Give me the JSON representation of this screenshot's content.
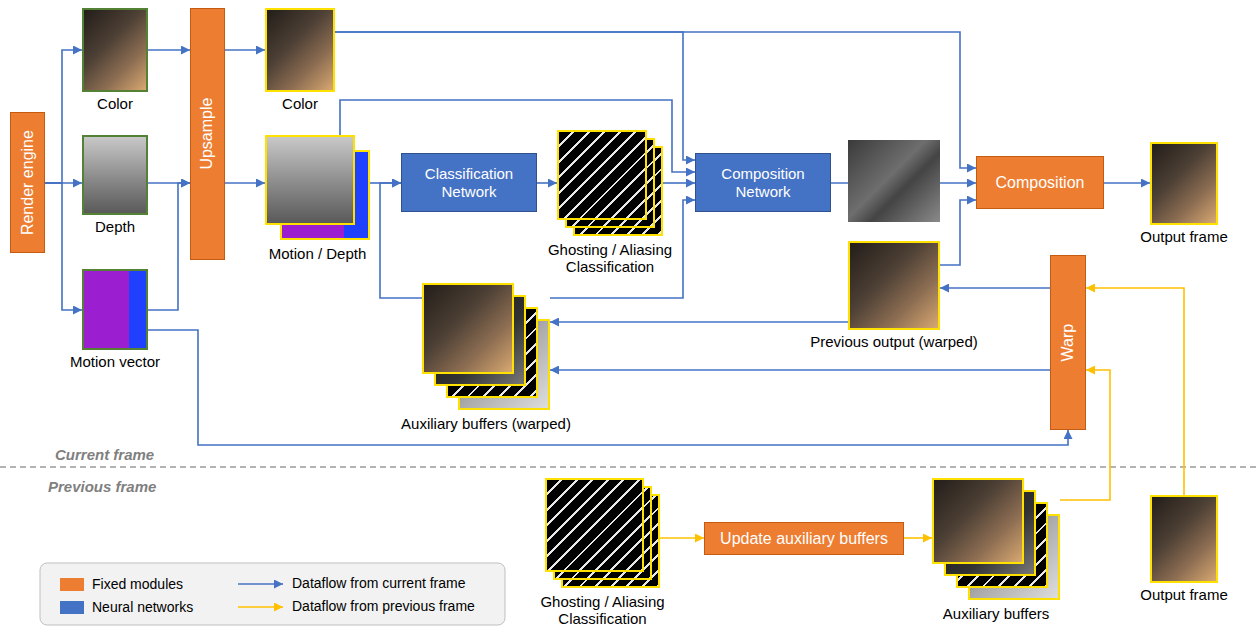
{
  "diagram": {
    "nodes": [
      {
        "text": [
          "Render engine"
        ]
      },
      {
        "text": [
          "Color"
        ]
      },
      {
        "text": [
          "Depth"
        ]
      },
      {
        "text": [
          "Motion vector"
        ]
      },
      {
        "text": [
          "Upsample"
        ]
      },
      {
        "text": [
          "Color"
        ]
      },
      {
        "text": [
          "Motion / Depth"
        ]
      },
      {
        "text": [
          "Classification Network"
        ]
      },
      {
        "text": [
          "Ghosting / Aliasing Classification"
        ]
      },
      {
        "text": [
          "Composition Network"
        ]
      },
      {
        "text": [
          "Composition"
        ]
      },
      {
        "text": [
          "Output frame"
        ]
      },
      {
        "text": [
          "Auxiliary buffers (warped)"
        ]
      },
      {
        "text": [
          "Previous output (warped)"
        ]
      },
      {
        "text": [
          "Warp"
        ]
      },
      {
        "text": [
          "Ghosting / Aliasing Classification"
        ]
      },
      {
        "text": [
          "Update auxiliary buffers"
        ]
      },
      {
        "text": [
          "Auxiliary buffers"
        ]
      },
      {
        "text": [
          "Output frame"
        ]
      }
    ],
    "edges": [
      {
        "from": 0,
        "to": 1,
        "arrow": "to"
      },
      {
        "from": 0,
        "to": 2,
        "arrow": "to"
      },
      {
        "from": 0,
        "to": 3,
        "arrow": "to"
      },
      {
        "from": 1,
        "to": 4,
        "arrow": "to"
      },
      {
        "from": 2,
        "to": 4,
        "arrow": "to"
      },
      {
        "from": 3,
        "to": 4,
        "arrow": "to"
      },
      {
        "from": 4,
        "to": 5,
        "arrow": "to"
      },
      {
        "from": 4,
        "to": 6,
        "arrow": "to"
      },
      {
        "from": 5,
        "to": 9,
        "arrow": "to"
      },
      {
        "from": 5,
        "to": 10,
        "arrow": "to"
      },
      {
        "from": 6,
        "to": 7,
        "arrow": "to"
      },
      {
        "from": 6,
        "to": 9,
        "arrow": "to"
      },
      {
        "from": 7,
        "to": 8,
        "arrow": "to"
      },
      {
        "from": 8,
        "to": 9,
        "arrow": "to"
      },
      {
        "from": 12,
        "to": 7,
        "arrow": "to"
      },
      {
        "from": 12,
        "to": 9,
        "arrow": "to"
      },
      {
        "from": 9,
        "to": 10,
        "arrow": "to"
      },
      {
        "from": 13,
        "to": 10,
        "arrow": "to"
      },
      {
        "from": 10,
        "to": 11,
        "arrow": "to"
      },
      {
        "from": 14,
        "to": 13,
        "arrow": "to"
      },
      {
        "from": 13,
        "to": 12,
        "arrow": "to"
      },
      {
        "from": 14,
        "to": 12,
        "arrow": "to"
      },
      {
        "from": 3,
        "to": 14,
        "arrow": "to"
      },
      {
        "from": 15,
        "to": 16,
        "arrow": "to"
      },
      {
        "from": 16,
        "to": 17,
        "arrow": "to"
      },
      {
        "from": 17,
        "to": 14,
        "arrow": "to"
      },
      {
        "from": 18,
        "to": 14,
        "arrow": "to"
      }
    ],
    "labels": [
      "Current frame",
      "Previous frame"
    ],
    "legend": [
      {
        "text": "Fixed modules",
        "color": "#ED7D31"
      },
      {
        "text": "Neural networks",
        "color": "#4472C4"
      },
      {
        "text": "Dataflow from current frame"
      },
      {
        "text": "Dataflow from previous frame"
      }
    ]
  }
}
